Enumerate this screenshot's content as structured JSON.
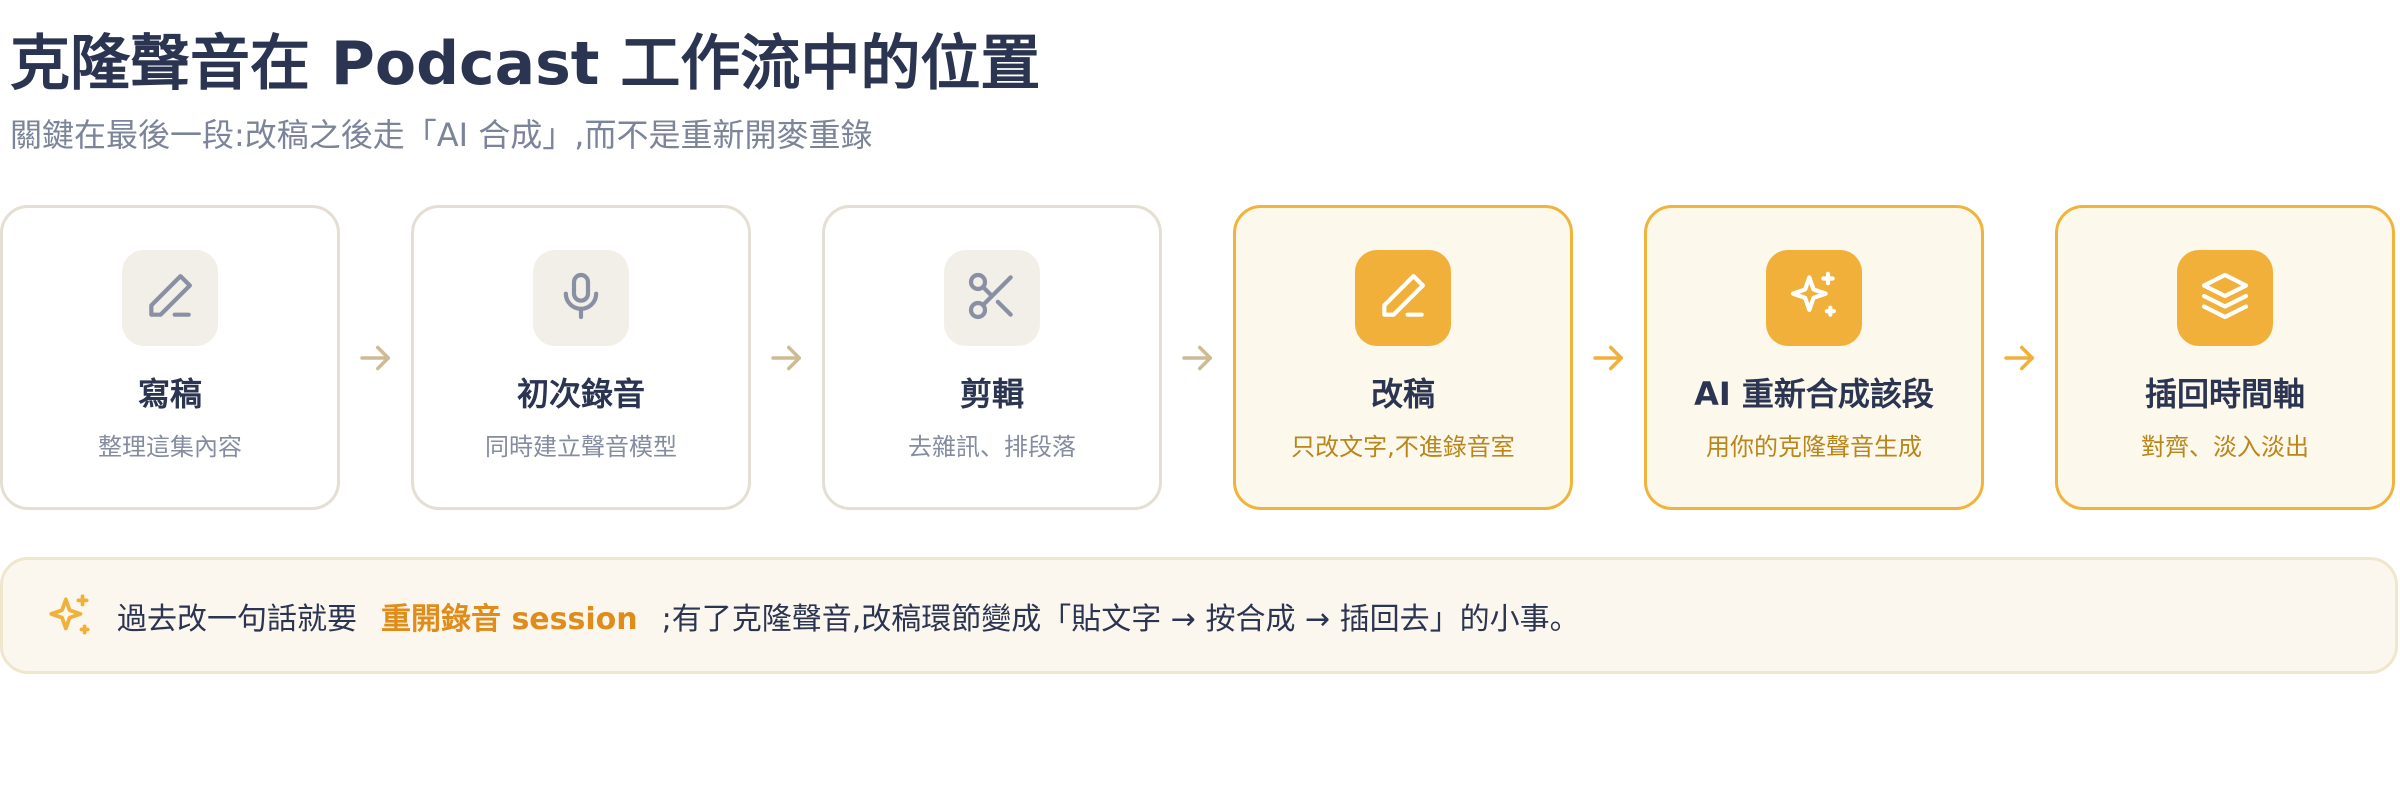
{
  "header": {
    "title": "克隆聲音在 Podcast 工作流中的位置",
    "subtitle": "關鍵在最後一段:改稿之後走「AI 合成」,而不是重新開麥重錄"
  },
  "steps": [
    {
      "icon": "pencil-icon",
      "title": "寫稿",
      "desc": "整理這集內容",
      "highlighted": false
    },
    {
      "icon": "microphone-icon",
      "title": "初次錄音",
      "desc": "同時建立聲音模型",
      "highlighted": false
    },
    {
      "icon": "scissors-icon",
      "title": "剪輯",
      "desc": "去雜訊、排段落",
      "highlighted": false
    },
    {
      "icon": "pencil-icon",
      "title": "改稿",
      "desc": "只改文字,不進錄音室",
      "highlighted": true
    },
    {
      "icon": "sparkles-icon",
      "title": "AI 重新合成該段",
      "desc": "用你的克隆聲音生成",
      "highlighted": true
    },
    {
      "icon": "layers-icon",
      "title": "插回時間軸",
      "desc": "對齊、淡入淡出",
      "highlighted": true
    }
  ],
  "note": {
    "icon": "sparkles-icon",
    "text_before": "過去改一句話就要",
    "highlight": "重開錄音 session",
    "text_after": ";有了克隆聲音,改稿環節變成「貼文字 → 按合成 → 插回去」的小事。"
  },
  "colors": {
    "accent": "#f0b03a",
    "accent_text": "#e08c1a",
    "title": "#2b3450",
    "muted": "#7c849a",
    "arrow_muted": "#cdbb94"
  }
}
